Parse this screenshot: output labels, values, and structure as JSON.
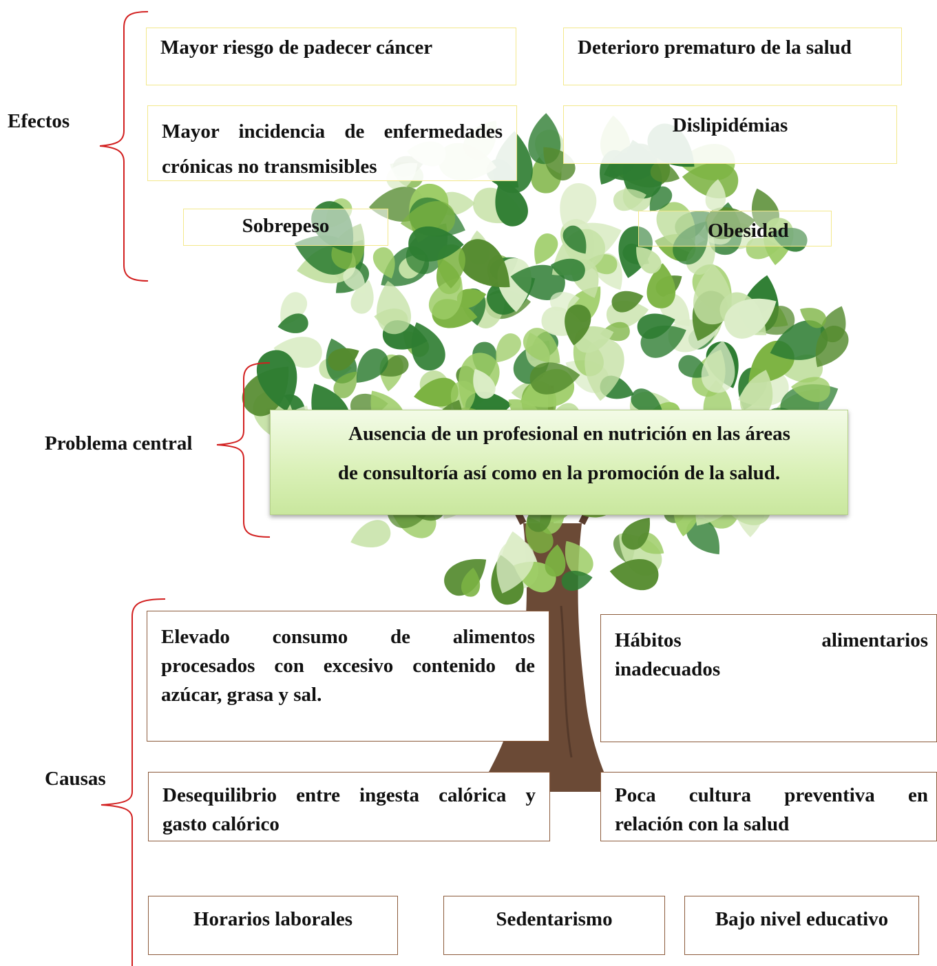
{
  "section_labels": {
    "effects": "Efectos",
    "central": "Problema central",
    "causes": "Causas"
  },
  "effects": {
    "cancer": "Mayor riesgo de padecer  cáncer",
    "deterioro": "Deterioro prematuro de la salud",
    "cronicas_line1": "Mayor incidencia de enfermedades",
    "cronicas_line2": "crónicas no transmisibles",
    "dislipidemias": "Dislipidémias",
    "sobrepeso": "Sobrepeso",
    "obesidad": "Obesidad"
  },
  "central_problem": {
    "line1": "Ausencia de un profesional en nutrición en las áreas",
    "line2": "de consultoría así como en la promoción de la salud."
  },
  "causes": {
    "alimentos_line1": "Elevado consumo de alimentos",
    "alimentos_line2": "procesados  con excesivo contenido de",
    "alimentos_line3": "azúcar, grasa y sal.",
    "habitos_line1": "Hábitos alimentarios",
    "habitos_line2": "inadecuados",
    "desequilibrio_line1": "Desequilibrio entre ingesta calórica y",
    "desequilibrio_line2": "gasto calórico",
    "cultura_line1": "Poca cultura preventiva en",
    "cultura_line2": "relación con la salud",
    "horarios": "Horarios laborales",
    "sedentarismo": "Sedentarismo",
    "educativo": "Bajo nivel  educativo"
  },
  "colors": {
    "bracket": "#d21f1f",
    "leaf_dark": "#2e7d32",
    "leaf_mid": "#7cb342",
    "leaf_light": "#c5e1a5",
    "trunk": "#6b4a36",
    "cause_border": "#8b5a3a",
    "effect_border": "#f3e88a"
  }
}
